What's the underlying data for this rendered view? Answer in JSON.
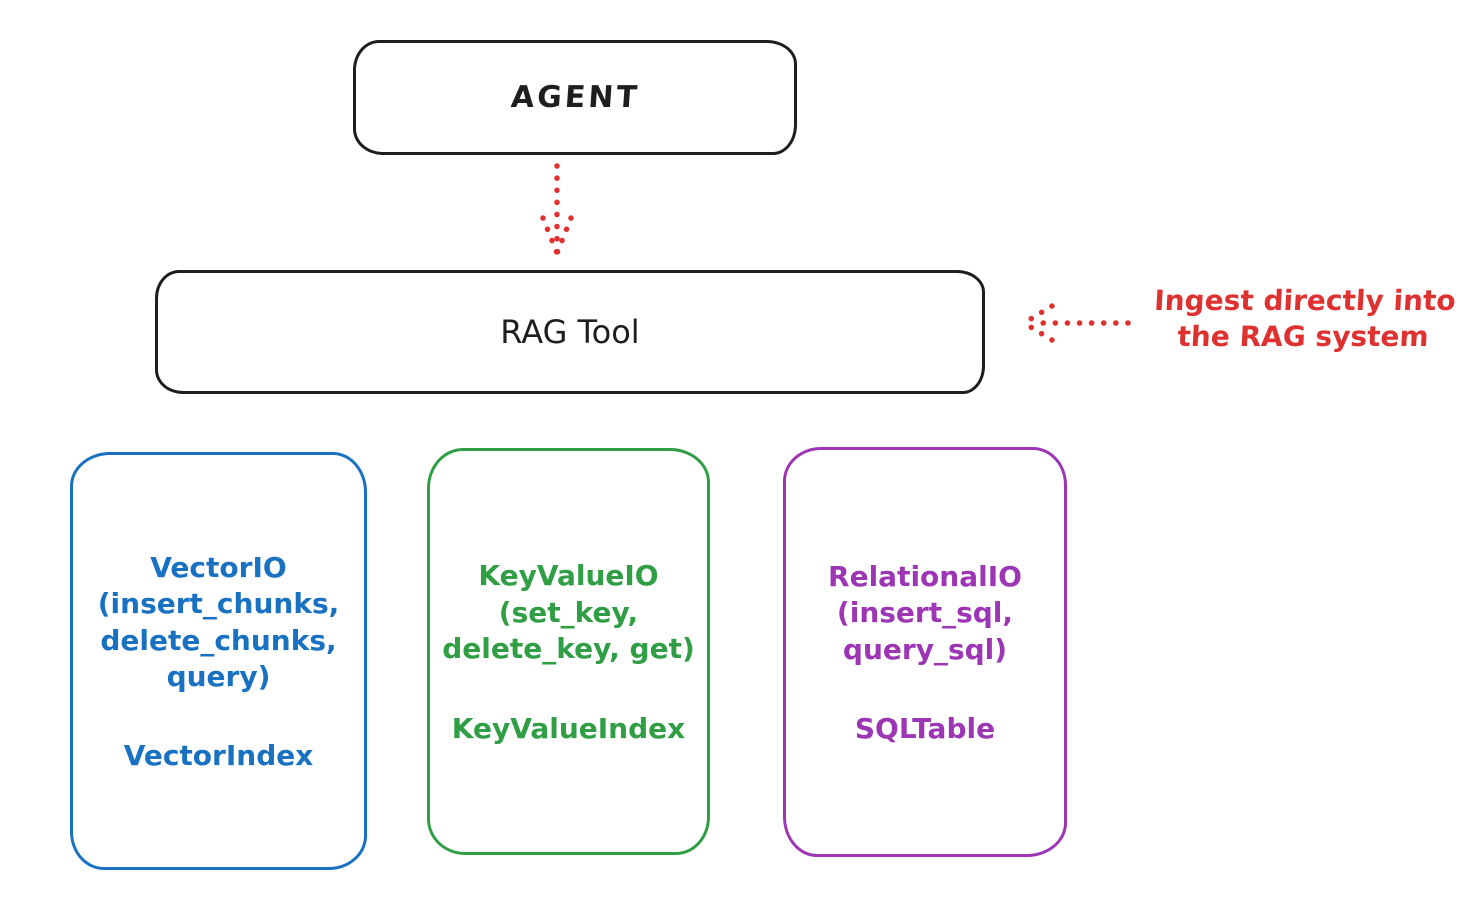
{
  "diagram": {
    "colors": {
      "background": "#ffffff",
      "stroke": "#1e1e1e",
      "arrow_red": "#e03131",
      "blue": "#1971c2",
      "green": "#2f9e44",
      "purple": "#9c36b5"
    },
    "agent": {
      "label": "AGENT"
    },
    "rag_tool": {
      "label": "RAG Tool"
    },
    "annotation": {
      "text": "Ingest directly into\nthe RAG system"
    },
    "cards": [
      {
        "name": "vector-io",
        "color": "#1971c2",
        "title": "VectorIO\n(insert_chunks,\ndelete_chunks,\nquery)",
        "index": "VectorIndex"
      },
      {
        "name": "keyvalue-io",
        "color": "#2f9e44",
        "title": "KeyValueIO\n(set_key,\ndelete_key, get)",
        "index": "KeyValueIndex"
      },
      {
        "name": "relational-io",
        "color": "#9c36b5",
        "title": "RelationalIO\n(insert_sql,\nquery_sql)",
        "index": "SQLTable"
      }
    ]
  }
}
